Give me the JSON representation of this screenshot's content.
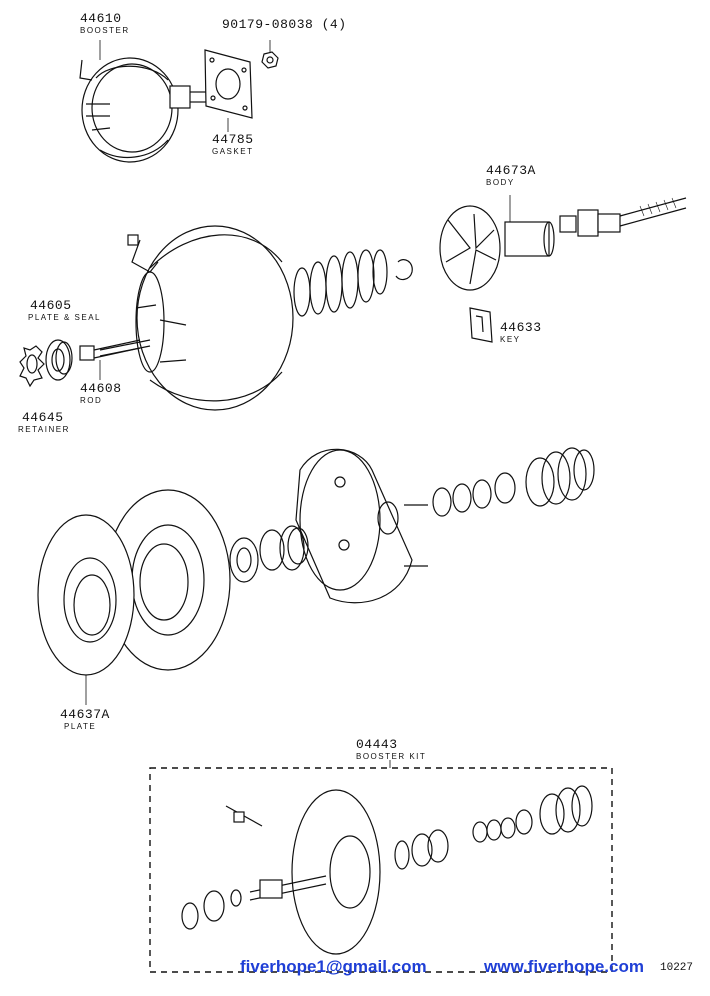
{
  "labels": [
    {
      "id": "booster",
      "part": "44610",
      "name": "BOOSTER"
    },
    {
      "id": "nut",
      "part": "90179-08038 (4)",
      "name": ""
    },
    {
      "id": "gasket",
      "part": "44785",
      "name": "GASKET"
    },
    {
      "id": "body",
      "part": "44673A",
      "name": "BODY"
    },
    {
      "id": "plate-seal",
      "part": "44605",
      "name": "PLATE & SEAL"
    },
    {
      "id": "key",
      "part": "44633",
      "name": "KEY"
    },
    {
      "id": "rod",
      "part": "44608",
      "name": "ROD"
    },
    {
      "id": "retainer",
      "part": "44645",
      "name": "RETAINER"
    },
    {
      "id": "plate",
      "part": "44637A",
      "name": "PLATE"
    },
    {
      "id": "booster-kit",
      "part": "04443",
      "name": "BOOSTER KIT"
    }
  ],
  "watermark": {
    "email": "fiverhope1@gmail.com",
    "site": "www.fiverhope.com"
  },
  "figure_code": "10227"
}
